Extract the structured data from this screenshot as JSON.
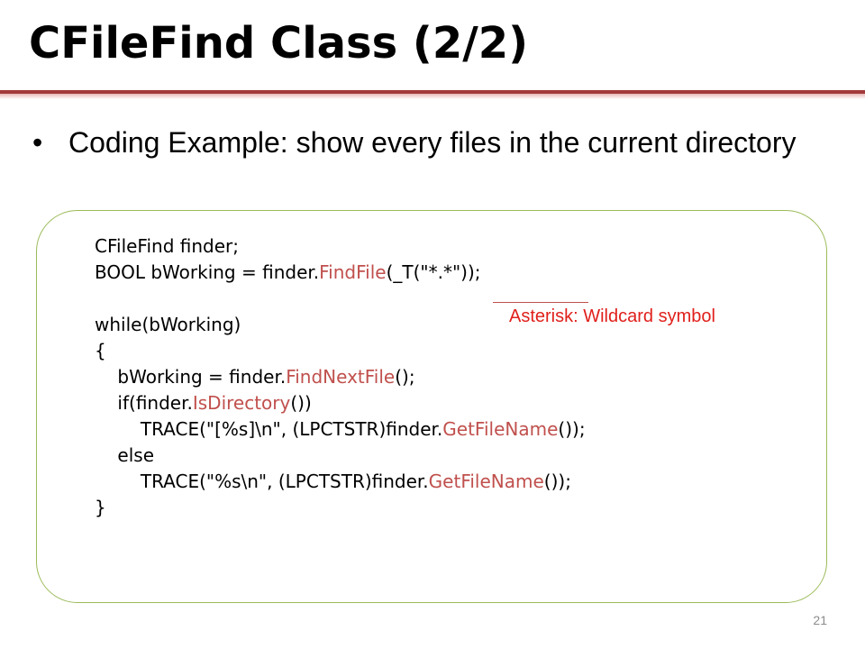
{
  "slide": {
    "title": "CFileFind Class (2/2)",
    "bullet_marker": "•",
    "bullet_text": "Coding Example:  show every files in the current directory",
    "annotation": "Asterisk: Wildcard symbol",
    "page_number": "21"
  },
  "code": {
    "l1": "CFileFind finder;",
    "l2a": "BOOL bWorking = finder.",
    "l2fn": "FindFile",
    "l2b": "(_T(\"*.*\"));",
    "l3": "",
    "l4": "while(bWorking)",
    "l5": "{",
    "l6a": "    bWorking = finder.",
    "l6fn": "FindNextFile",
    "l6b": "();",
    "l7a": "    if(finder.",
    "l7fn": "IsDirectory",
    "l7b": "())",
    "l8a": "        TRACE(\"[%s]\\n\", (LPCTSTR)finder.",
    "l8fn": "GetFileName",
    "l8b": "());",
    "l9": "    else",
    "l10a": "        TRACE(\"%s\\n\", (LPCTSTR)finder.",
    "l10fn": "GetFileName",
    "l10b": "());",
    "l11": "}"
  },
  "colors": {
    "title_bar": "#a23a3a",
    "code_box_border": "#9bbb59",
    "function_name": "#c0504d",
    "annotation_text": "#e0201b"
  }
}
